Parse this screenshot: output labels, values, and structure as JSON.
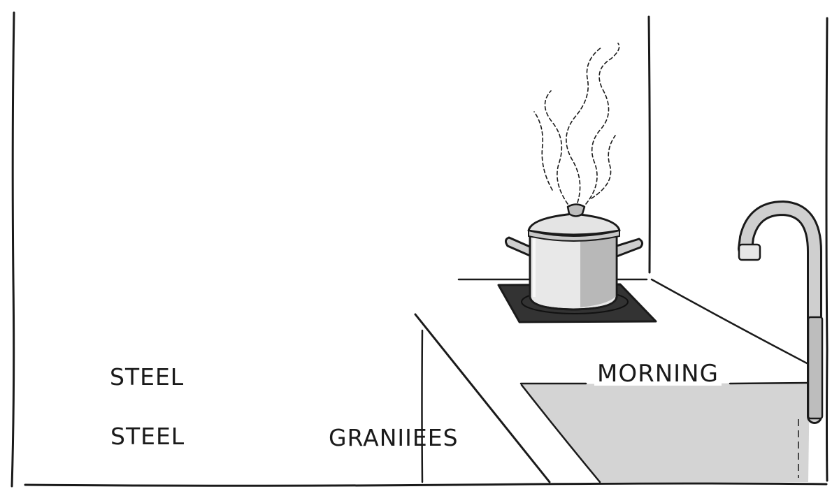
{
  "labels": {
    "steel_top": "STEEL",
    "steel_bottom": "STEEL",
    "granite": "GRANIIEES",
    "morning": "MORNING"
  },
  "colors": {
    "ink": "#1a1a1a",
    "paper": "#ffffff",
    "sink_fill": "#d4d4d4",
    "burner": "#333333",
    "pot_light": "#e8e8e8",
    "pot_mid": "#b8b8b8"
  }
}
